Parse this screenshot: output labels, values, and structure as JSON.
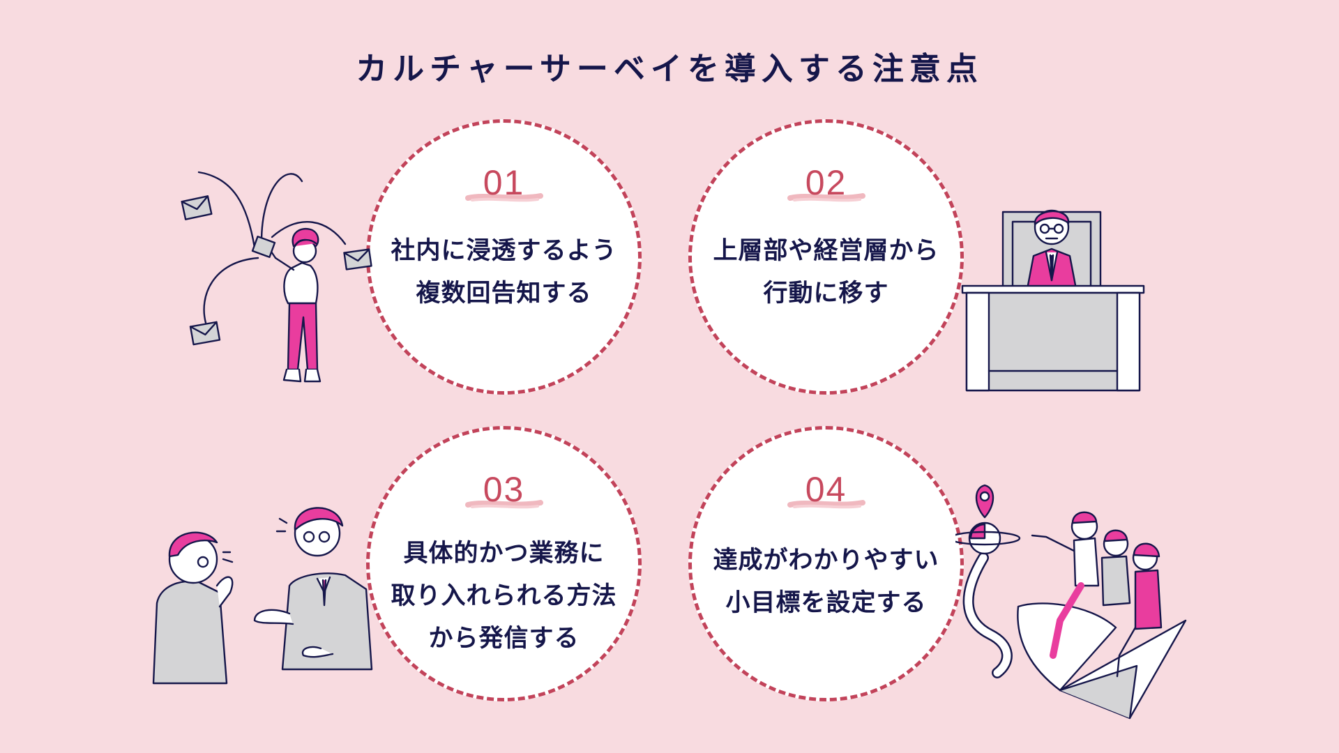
{
  "title": "カルチャーサーベイを導入する注意点",
  "colors": {
    "background": "#f8dbe0",
    "accent": "#c2435a",
    "navy": "#15164a",
    "magenta": "#e93d9e",
    "gray": "#d4d4d6"
  },
  "points": [
    {
      "num": "01",
      "lines": [
        "社内に浸透するよう",
        "複数回告知する"
      ]
    },
    {
      "num": "02",
      "lines": [
        "上層部や経営層から",
        "行動に移す"
      ]
    },
    {
      "num": "03",
      "lines": [
        "具体的かつ業務に",
        "取り入れられる方法",
        "から発信する"
      ]
    },
    {
      "num": "04",
      "lines": [
        "達成がわかりやすい",
        "小目標を設定する"
      ]
    }
  ]
}
